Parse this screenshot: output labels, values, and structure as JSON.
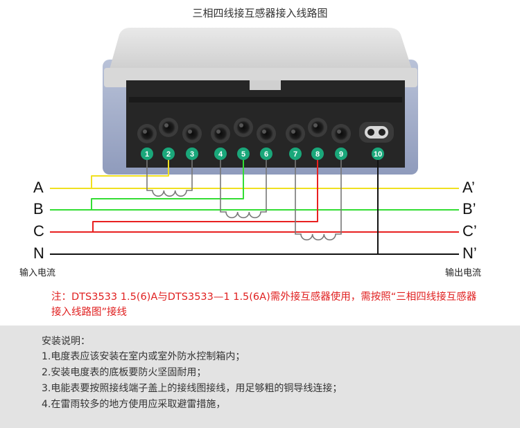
{
  "title": "三相四线接互感器接入线路图",
  "terminals": [
    "1",
    "2",
    "3",
    "4",
    "5",
    "6",
    "7",
    "8",
    "9",
    "10"
  ],
  "phases": {
    "input": [
      "A",
      "B",
      "C",
      "N"
    ],
    "output": [
      "A’",
      "B’",
      "C’",
      "N’"
    ]
  },
  "input_caption": "输入电流",
  "output_caption": "输出电流",
  "note": "注：DTS3533 1.5(6)A与DTS3533—1 1.5(6A)需外接互感器使用，需按照“三相四线接互感器接入线路图”接线",
  "instructions": {
    "heading": "安装说明：",
    "items": [
      "1.电度表应该安装在室内或室外防水控制箱内；",
      "2.安装电度表的底板要防火坚固耐用；",
      "3.电能表要按照接线端子盖上的接线图接线，用足够粗的铜导线连接；",
      "4.在雷雨较多的地方使用应采取避雷措施，"
    ]
  },
  "colors": {
    "phase_a": "#f0e020",
    "phase_b": "#33dd33",
    "phase_c": "#e82020",
    "neutral": "#111111",
    "terminal_badge": "#1aa77a",
    "note": "#e02020",
    "panel_bg": "#e3e3e3"
  }
}
